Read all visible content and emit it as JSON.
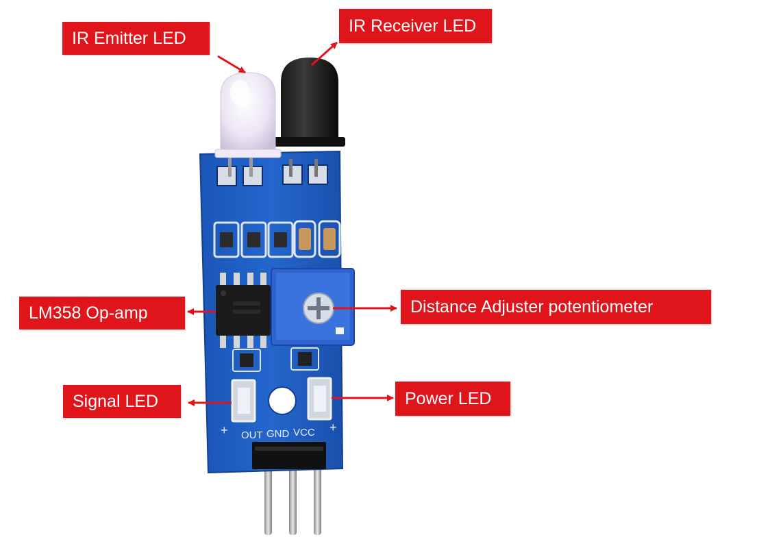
{
  "callouts": {
    "ir_emitter": "IR Emitter LED",
    "ir_receiver": "IR Receiver LED",
    "opamp": "LM358 Op-amp",
    "potentiometer": "Distance Adjuster potentiometer",
    "signal_led": "Signal LED",
    "power_led": "Power LED"
  },
  "board": {
    "pin_out": "OUT",
    "pin_gnd": "GND",
    "pin_vcc": "VCC"
  },
  "colors": {
    "callout_bg": "#e0141b",
    "callout_text": "#ffffff",
    "arrow": "#e0141b",
    "pcb": "#1f5fc4",
    "potentiometer": "#3a6fd8"
  }
}
